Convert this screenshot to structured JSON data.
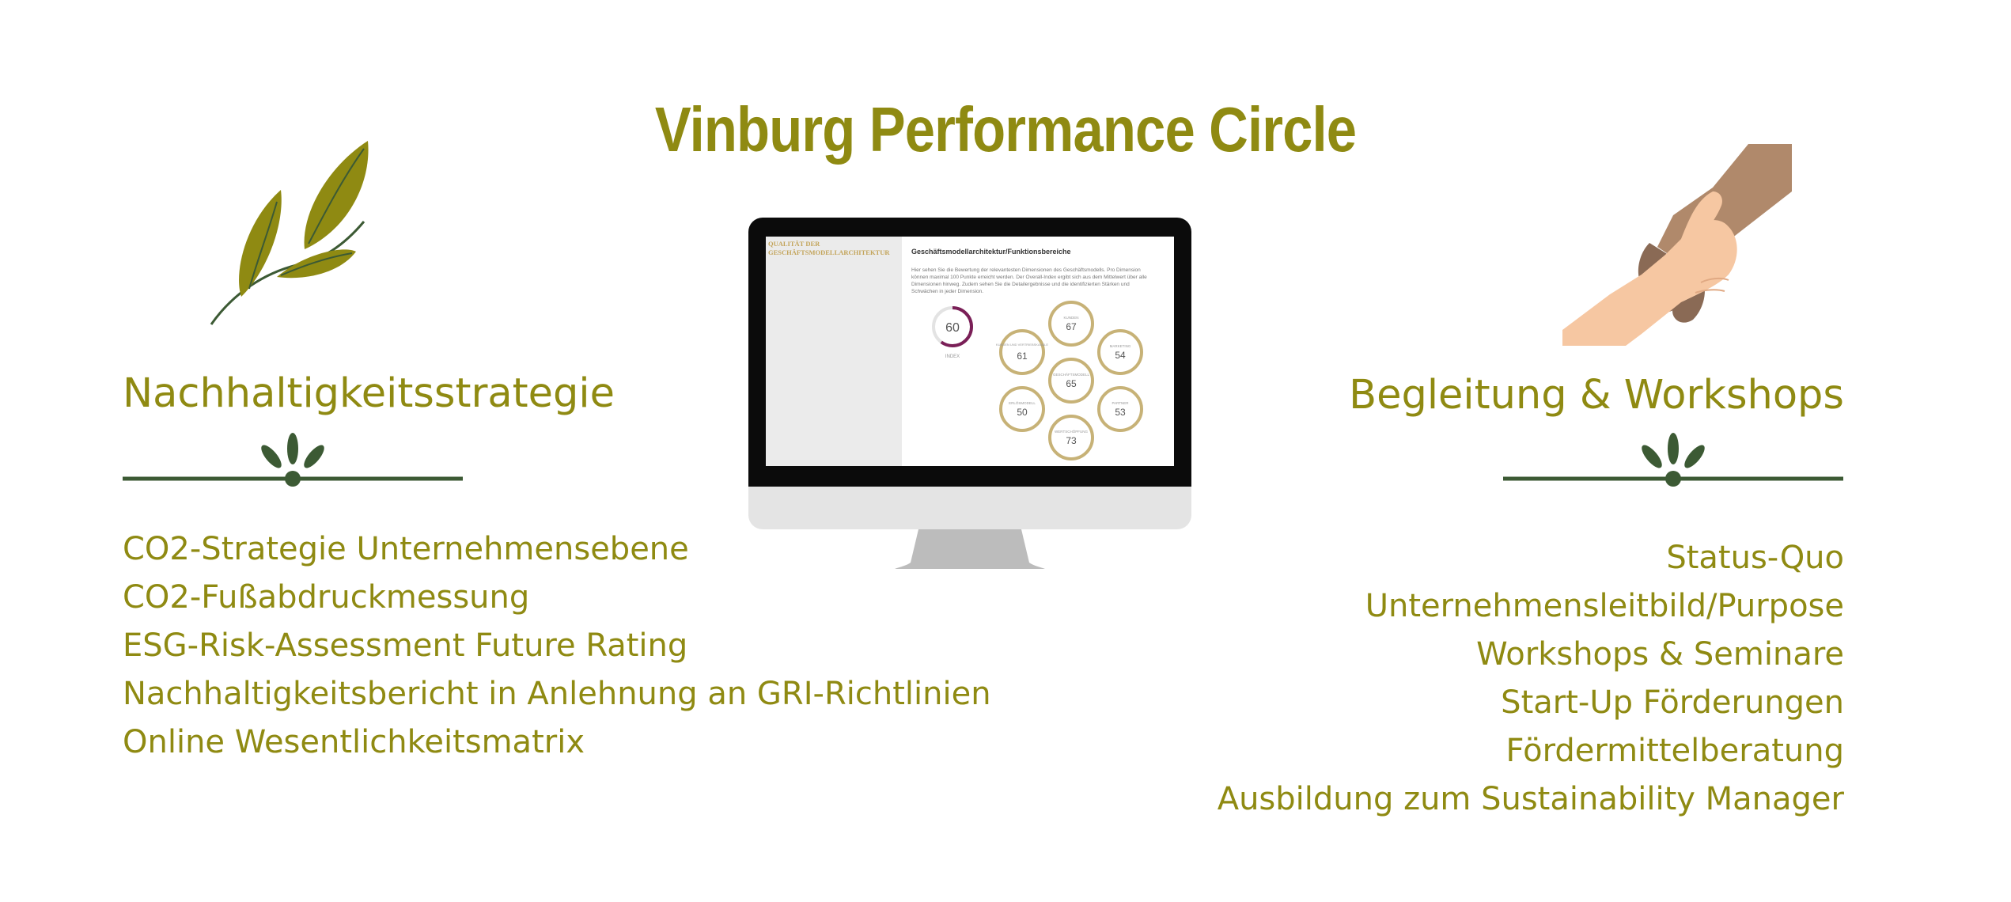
{
  "title": "Vinburg Performance Circle",
  "colors": {
    "olive": "#8f8a12",
    "dark_green": "#3c5a34",
    "ring_gold": "#c7b277",
    "ring_purple": "#7a1f57"
  },
  "left": {
    "heading": "Nachhaltigkeitsstrategie",
    "icon": "olive-branch-icon",
    "items": [
      "CO2-Strategie Unternehmensebene",
      "CO2-Fußabdruckmessung",
      "ESG-Risk-Assessment Future Rating",
      "Nachhaltigkeitsbericht in Anlehnung an GRI-Richtlinien",
      "Online Wesentlichkeitsmatrix"
    ]
  },
  "right": {
    "heading": "Begleitung & Workshops",
    "icon": "helping-hands-icon",
    "items": [
      "Status-Quo",
      "Unternehmensleitbild/Purpose",
      "Workshops & Seminare",
      "Start-Up Förderungen",
      "Fördermittelberatung",
      "Ausbildung zum Sustainability Manager"
    ]
  },
  "screen": {
    "sidebar_label": "QUALITÄT DER GESCHÄFTSMODELLARCHITEKTUR",
    "heading": "Geschäftsmodellarchitektur/Funktionsbereiche",
    "description": "Hier sehen Sie die Bewertung der relevantesten Dimensionen des Geschäftsmodells. Pro Dimension können maximal 100 Punkte erreicht werden. Der Overall-Index ergibt sich aus dem Mittelwert über alle Dimensionen hinweg. Zudem sehen Sie die Detailergebnisse und die identifizierten Stärken und Schwächen in jeder Dimension.",
    "index": {
      "value": "60",
      "label": "INDEX"
    },
    "circles": [
      {
        "label": "KUNDEN",
        "value": "67"
      },
      {
        "label": "KUNDEN UND VERTRIEBSKANÄLE",
        "value": "61"
      },
      {
        "label": "MARKETING",
        "value": "54"
      },
      {
        "label": "GESCHÄFTSMODELL",
        "value": "65"
      },
      {
        "label": "ERLÖSMODELL",
        "value": "50"
      },
      {
        "label": "PARTNER",
        "value": "53"
      },
      {
        "label": "WERTSCHÖPFUNG",
        "value": "73"
      }
    ]
  }
}
